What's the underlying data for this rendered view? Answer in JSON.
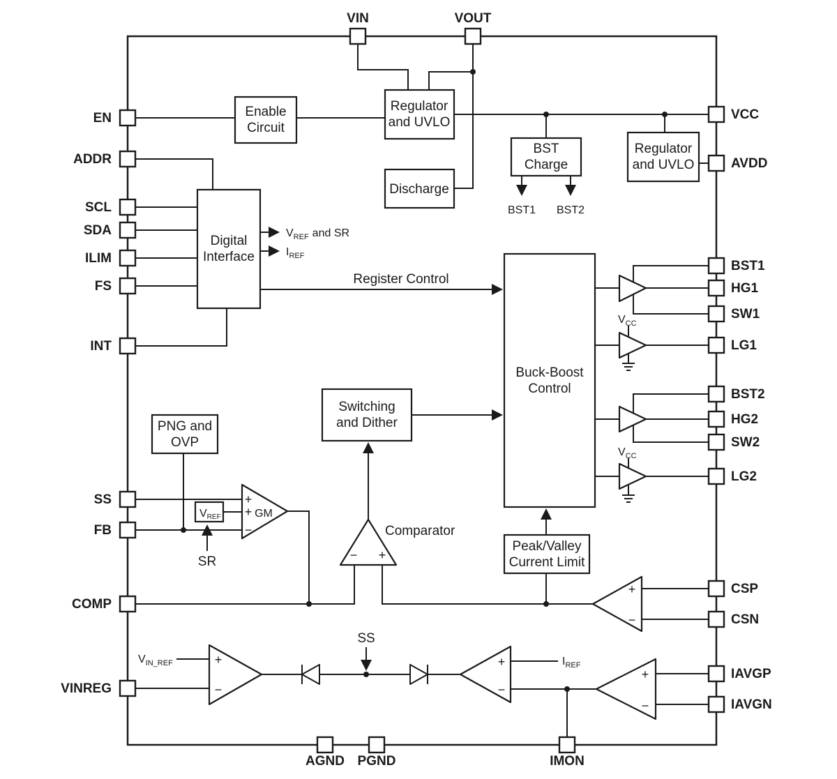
{
  "pins": {
    "top": [
      "VIN",
      "VOUT"
    ],
    "left": [
      "EN",
      "ADDR",
      "SCL",
      "SDA",
      "ILIM",
      "FS",
      "INT",
      "SS",
      "FB",
      "COMP",
      "VINREG"
    ],
    "right": [
      "VCC",
      "AVDD",
      "BST1",
      "HG1",
      "SW1",
      "LG1",
      "BST2",
      "HG2",
      "SW2",
      "LG2",
      "CSP",
      "CSN",
      "IAVGP",
      "IAVGN"
    ],
    "bottom": [
      "AGND",
      "PGND",
      "IMON"
    ]
  },
  "blocks": {
    "enable_circuit": {
      "line1": "Enable",
      "line2": "Circuit"
    },
    "regulator_uvlo_top": {
      "line1": "Regulator",
      "line2": "and UVLO"
    },
    "discharge": {
      "line1": "Discharge"
    },
    "bst_charge": {
      "line1": "BST",
      "line2": "Charge"
    },
    "regulator_uvlo_right": {
      "line1": "Regulator",
      "line2": "and UVLO"
    },
    "digital_interface": {
      "line1": "Digital",
      "line2": "Interface"
    },
    "buck_boost_control": {
      "line1": "Buck-Boost",
      "line2": "Control"
    },
    "switching_dither": {
      "line1": "Switching",
      "line2": "and Dither"
    },
    "png_ovp": {
      "line1": "PNG and",
      "line2": "OVP"
    },
    "peak_valley_current_limit": {
      "line1": "Peak/Valley",
      "line2": "Current Limit"
    }
  },
  "labels": {
    "vref_and_sr": {
      "base": "V",
      "sub": "REF",
      "rest": "and SR"
    },
    "iref_output": {
      "base": "I",
      "sub": "REF"
    },
    "register_control": "Register Control",
    "bst1_out": "BST1",
    "bst2_out": "BST2",
    "vcc_driver": {
      "base": "V",
      "sub": "CC"
    },
    "comparator": "Comparator",
    "gm": "GM",
    "vref_box": {
      "base": "V",
      "sub": "REF"
    },
    "sr": "SR",
    "ss": "SS",
    "vin_ref": {
      "base": "V",
      "sub": "IN_REF"
    },
    "iref_input": {
      "base": "I",
      "sub": "REF"
    }
  },
  "symbols": {
    "plus": "+",
    "minus": "−"
  },
  "colors": {
    "line": "#1a1a1a",
    "background": "#ffffff"
  }
}
